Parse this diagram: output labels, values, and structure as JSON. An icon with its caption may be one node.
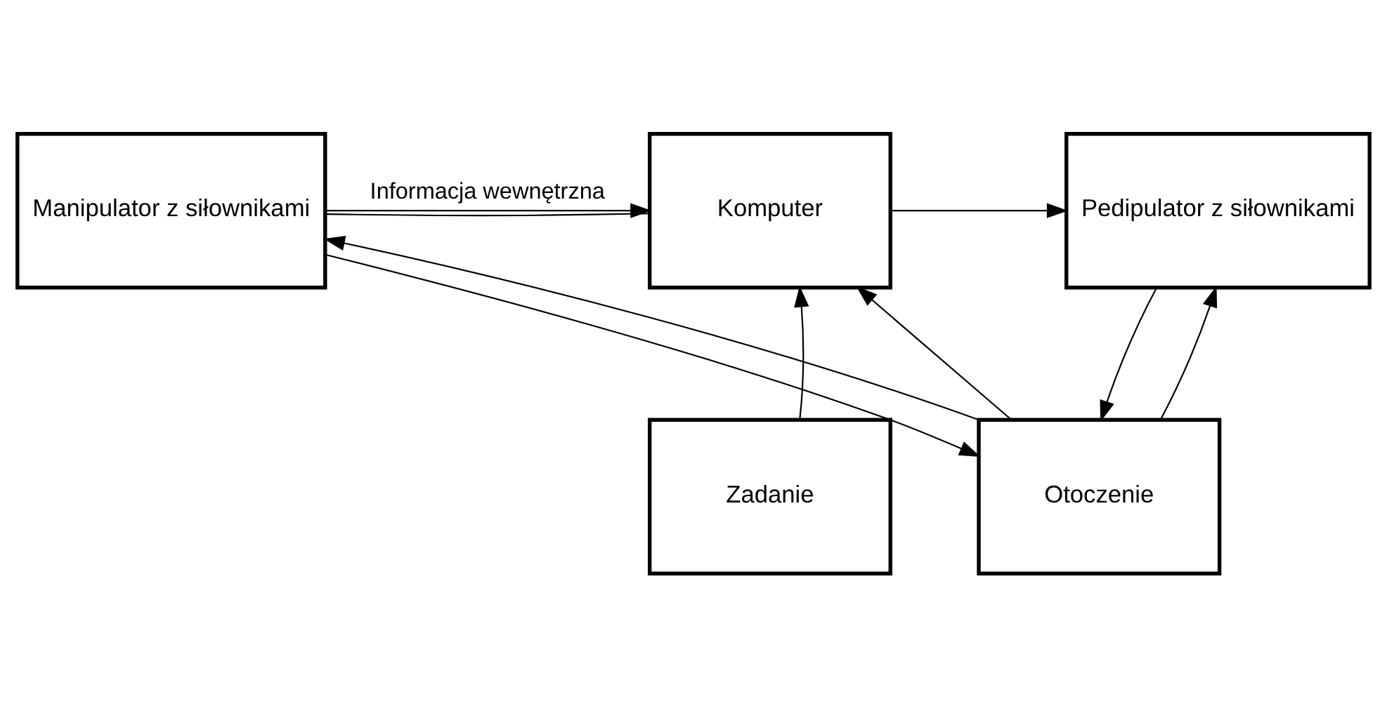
{
  "diagram": {
    "nodes": [
      {
        "text": [
          "Pedipulator z siłownikami"
        ]
      },
      {
        "text": [
          "Manipulator z siłownikami"
        ]
      },
      {
        "text": [
          "Komputer"
        ]
      },
      {
        "text": [
          "Otoczenie"
        ]
      },
      {
        "text": [
          "Zadanie"
        ]
      }
    ],
    "edges": [
      {
        "from": 2,
        "to": 0,
        "arrow": "to"
      },
      {
        "from": 2,
        "to": 1,
        "arrow": "none"
      },
      {
        "from": 1,
        "to": 2,
        "arrow": "to",
        "label": "Informacja wewnętrzna"
      },
      {
        "from": 0,
        "to": 3,
        "arrow": "to"
      },
      {
        "from": 3,
        "to": 0,
        "arrow": "to"
      },
      {
        "from": 1,
        "to": 3,
        "arrow": "to"
      },
      {
        "from": 3,
        "to": 1,
        "arrow": "to"
      },
      {
        "from": 3,
        "to": 2,
        "arrow": "to"
      },
      {
        "from": 4,
        "to": 2,
        "arrow": "to"
      }
    ]
  }
}
